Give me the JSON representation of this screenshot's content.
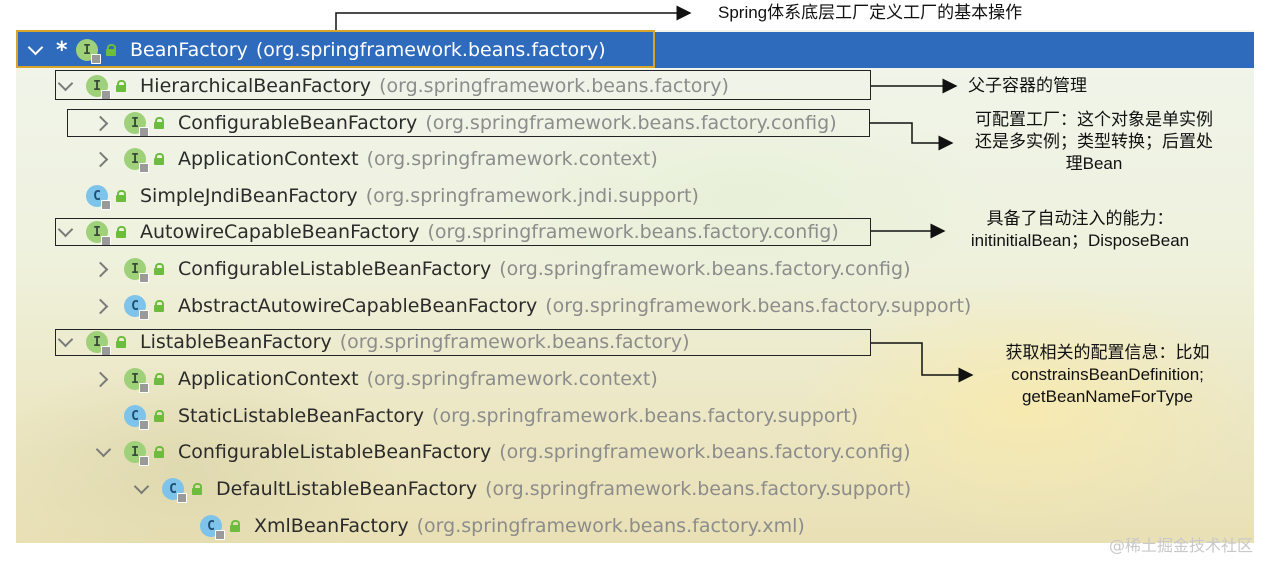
{
  "tree": {
    "rows": [
      {
        "indent": 0,
        "expand": "down",
        "kind": "I",
        "class": "BeanFactory",
        "package": "(org.springframework.beans.factory)",
        "selected": true,
        "star": "*"
      },
      {
        "indent": 1,
        "expand": "down",
        "kind": "I",
        "class": "HierarchicalBeanFactory",
        "package": "(org.springframework.beans.factory)"
      },
      {
        "indent": 2,
        "expand": "right",
        "kind": "I",
        "class": "ConfigurableBeanFactory",
        "package": "(org.springframework.beans.factory.config)"
      },
      {
        "indent": 2,
        "expand": "right",
        "kind": "I",
        "class": "ApplicationContext",
        "package": "(org.springframework.context)"
      },
      {
        "indent": 1,
        "expand": "none",
        "kind": "C",
        "class": "SimpleJndiBeanFactory",
        "package": "(org.springframework.jndi.support)"
      },
      {
        "indent": 1,
        "expand": "down",
        "kind": "I",
        "class": "AutowireCapableBeanFactory",
        "package": "(org.springframework.beans.factory.config)"
      },
      {
        "indent": 2,
        "expand": "right",
        "kind": "I",
        "class": "ConfigurableListableBeanFactory",
        "package": "(org.springframework.beans.factory.config)"
      },
      {
        "indent": 2,
        "expand": "right",
        "kind": "C",
        "class": "AbstractAutowireCapableBeanFactory",
        "package": "(org.springframework.beans.factory.support)"
      },
      {
        "indent": 1,
        "expand": "down",
        "kind": "I",
        "class": "ListableBeanFactory",
        "package": "(org.springframework.beans.factory)"
      },
      {
        "indent": 2,
        "expand": "right",
        "kind": "I",
        "class": "ApplicationContext",
        "package": "(org.springframework.context)"
      },
      {
        "indent": 2,
        "expand": "none",
        "kind": "C",
        "class": "StaticListableBeanFactory",
        "package": "(org.springframework.beans.factory.support)"
      },
      {
        "indent": 2,
        "expand": "down",
        "kind": "I",
        "class": "ConfigurableListableBeanFactory",
        "package": "(org.springframework.beans.factory.config)"
      },
      {
        "indent": 3,
        "expand": "down",
        "kind": "C",
        "class": "DefaultListableBeanFactory",
        "package": "(org.springframework.beans.factory.support)"
      },
      {
        "indent": 4,
        "expand": "none",
        "kind": "C",
        "class": "XmlBeanFactory",
        "package": "(org.springframework.beans.factory.xml)"
      }
    ]
  },
  "annotations": {
    "top": "Spring体系底层工厂定义工厂的基本操作",
    "hierarchical": "父子容器的管理",
    "configurable": [
      "可配置工厂：这个对象是单实例",
      "还是多实例；类型转换；后置处",
      "理Bean"
    ],
    "autowire": [
      "具备了自动注入的能力：",
      "initinitialBean；DisposeBean"
    ],
    "listable": [
      "获取相关的配置信息：比如",
      "constrainsBeanDefinition;",
      "getBeanNameForType"
    ]
  },
  "watermark": "@稀土掘金技术社区",
  "colors": {
    "selection": "#2f6bbd",
    "interface_icon": "#9fd07a",
    "class_icon": "#7ec3ea",
    "highlight_gold": "#d8a52a"
  }
}
